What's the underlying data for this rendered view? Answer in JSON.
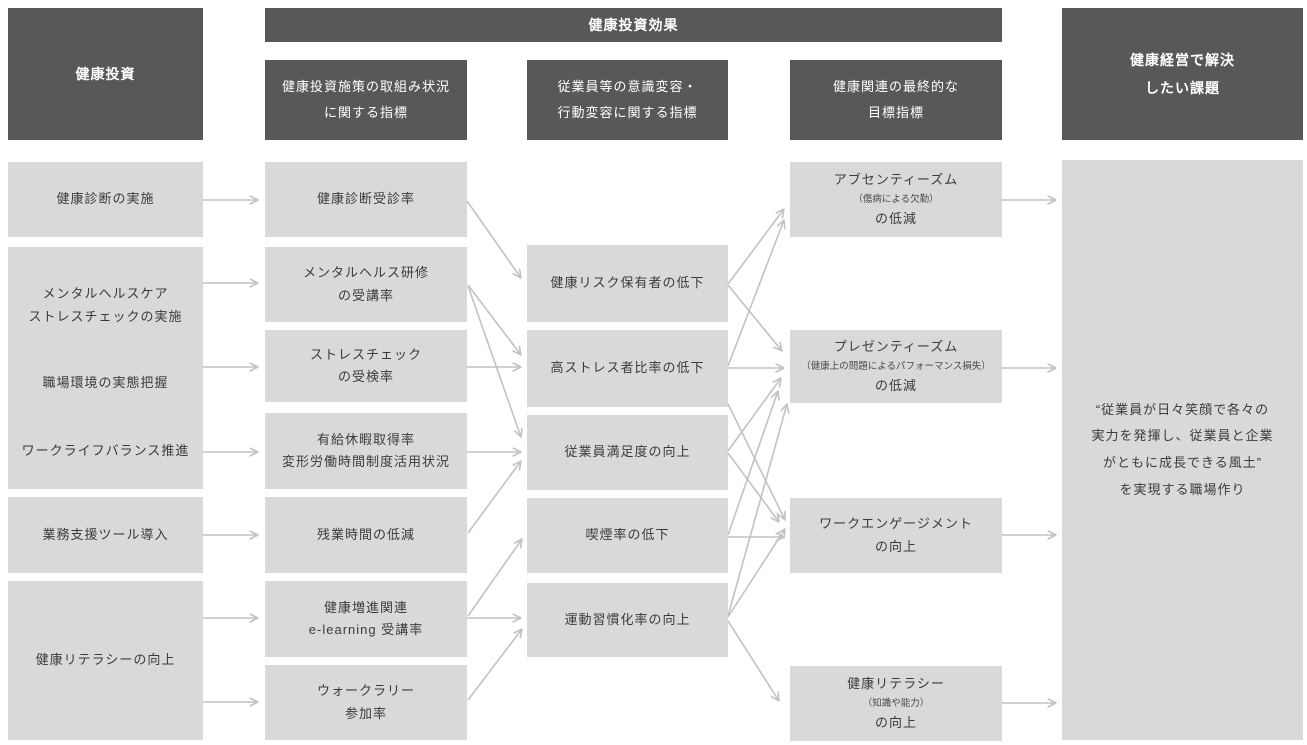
{
  "palette": {
    "header_bg": "#58585a",
    "header_text": "#ffffff",
    "box_bg": "#d9d9d9",
    "box_text": "#3b3b3b",
    "arrow": "#c2c2c2",
    "background": "#ffffff"
  },
  "headers": {
    "investment": "健康投資",
    "effect": "健康投資効果",
    "process": [
      "健康投資施策の取組み状況",
      "に関する指標"
    ],
    "behavior": [
      "従業員等の意識変容・",
      "行動変容に関する指標"
    ],
    "target": [
      "健康関連の最終的な",
      "目標指標"
    ],
    "goal": [
      "健康経営で解決",
      "したい課題"
    ]
  },
  "nodes": {
    "i1": {
      "label": "健康診断の実施"
    },
    "i2": {
      "group1": [
        "メンタルヘルスケア",
        "ストレスチェックの実施"
      ],
      "group2": "職場環境の実態把握"
    },
    "i3": {
      "label": "ワークライフバランス推進"
    },
    "i4": {
      "label": "業務支援ツール導入"
    },
    "i5": {
      "label": "健康リテラシーの向上"
    },
    "m1": {
      "label": "健康診断受診率"
    },
    "m2": {
      "label": [
        "メンタルヘルス研修",
        "の受講率"
      ]
    },
    "m3": {
      "label": [
        "ストレスチェック",
        "の受検率"
      ]
    },
    "m4": {
      "label": [
        "有給休暇取得率",
        "変形労働時間制度活用状況"
      ]
    },
    "m5": {
      "label": "残業時間の低減"
    },
    "m6": {
      "label": [
        "健康増進関連",
        "e-learning 受講率"
      ]
    },
    "m7": {
      "label": [
        "ウォークラリー",
        "参加率"
      ]
    },
    "c1": {
      "label": "健康リスク保有者の低下"
    },
    "c2": {
      "label": "高ストレス者比率の低下"
    },
    "c3": {
      "label": "従業員満足度の向上"
    },
    "c4": {
      "label": "喫煙率の低下"
    },
    "c5": {
      "label": "運動習慣化率の向上"
    },
    "d1": {
      "title": "アブセンティーズム",
      "note": "（傷病による欠勤）",
      "suffix": "の低減"
    },
    "d2": {
      "title": "プレゼンティーズム",
      "note": "（健康上の問題によるパフォーマンス損失）",
      "suffix": "の低減"
    },
    "d3": {
      "title": "ワークエンゲージメント",
      "note": "",
      "suffix": "の向上"
    },
    "d4": {
      "title": "健康リテラシー",
      "note": "（知識や能力）",
      "suffix": "の向上"
    },
    "goal": {
      "label": [
        "“従業員が日々笑顔で各々の",
        "実力を発揮し、従業員と企業",
        "がともに成長できる風土”",
        "を実現する職場作り"
      ]
    }
  },
  "edges": [
    {
      "from": "i1",
      "to": "m1"
    },
    {
      "from": "i2",
      "to": "m2"
    },
    {
      "from": "i2",
      "to": "m3"
    },
    {
      "from": "i3",
      "to": "m4"
    },
    {
      "from": "i4",
      "to": "m5"
    },
    {
      "from": "i5",
      "to": "m6"
    },
    {
      "from": "i5",
      "to": "m7"
    },
    {
      "from": "m1",
      "to": "c1"
    },
    {
      "from": "m2",
      "to": "c2"
    },
    {
      "from": "m2",
      "to": "c3"
    },
    {
      "from": "m3",
      "to": "c2"
    },
    {
      "from": "m4",
      "to": "c3"
    },
    {
      "from": "m5",
      "to": "c3"
    },
    {
      "from": "m6",
      "to": "c4"
    },
    {
      "from": "m6",
      "to": "c5"
    },
    {
      "from": "m7",
      "to": "c5"
    },
    {
      "from": "c1",
      "to": "d1"
    },
    {
      "from": "c1",
      "to": "d2"
    },
    {
      "from": "c2",
      "to": "d1"
    },
    {
      "from": "c2",
      "to": "d2"
    },
    {
      "from": "c2",
      "to": "d3"
    },
    {
      "from": "c3",
      "to": "d2"
    },
    {
      "from": "c3",
      "to": "d3"
    },
    {
      "from": "c4",
      "to": "d2"
    },
    {
      "from": "c4",
      "to": "d3"
    },
    {
      "from": "c5",
      "to": "d2"
    },
    {
      "from": "c5",
      "to": "d3"
    },
    {
      "from": "c5",
      "to": "d4"
    },
    {
      "from": "d1",
      "to": "goal"
    },
    {
      "from": "d2",
      "to": "goal"
    },
    {
      "from": "d3",
      "to": "goal"
    },
    {
      "from": "d4",
      "to": "goal"
    }
  ]
}
